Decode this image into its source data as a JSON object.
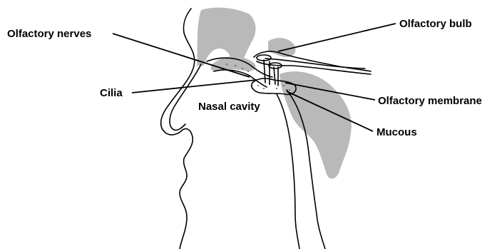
{
  "diagram": {
    "labels": {
      "olfactory_nerves": "Olfactory nerves",
      "olfactory_bulb": "Olfactory bulb",
      "cilia": "Cilia",
      "nasal_cavity": "Nasal cavity",
      "olfactory_membrane": "Olfactory membrane",
      "mucous": "Mucous"
    },
    "colors": {
      "bone": "#b9b9b9",
      "ink": "#000000",
      "background": "#ffffff"
    }
  }
}
